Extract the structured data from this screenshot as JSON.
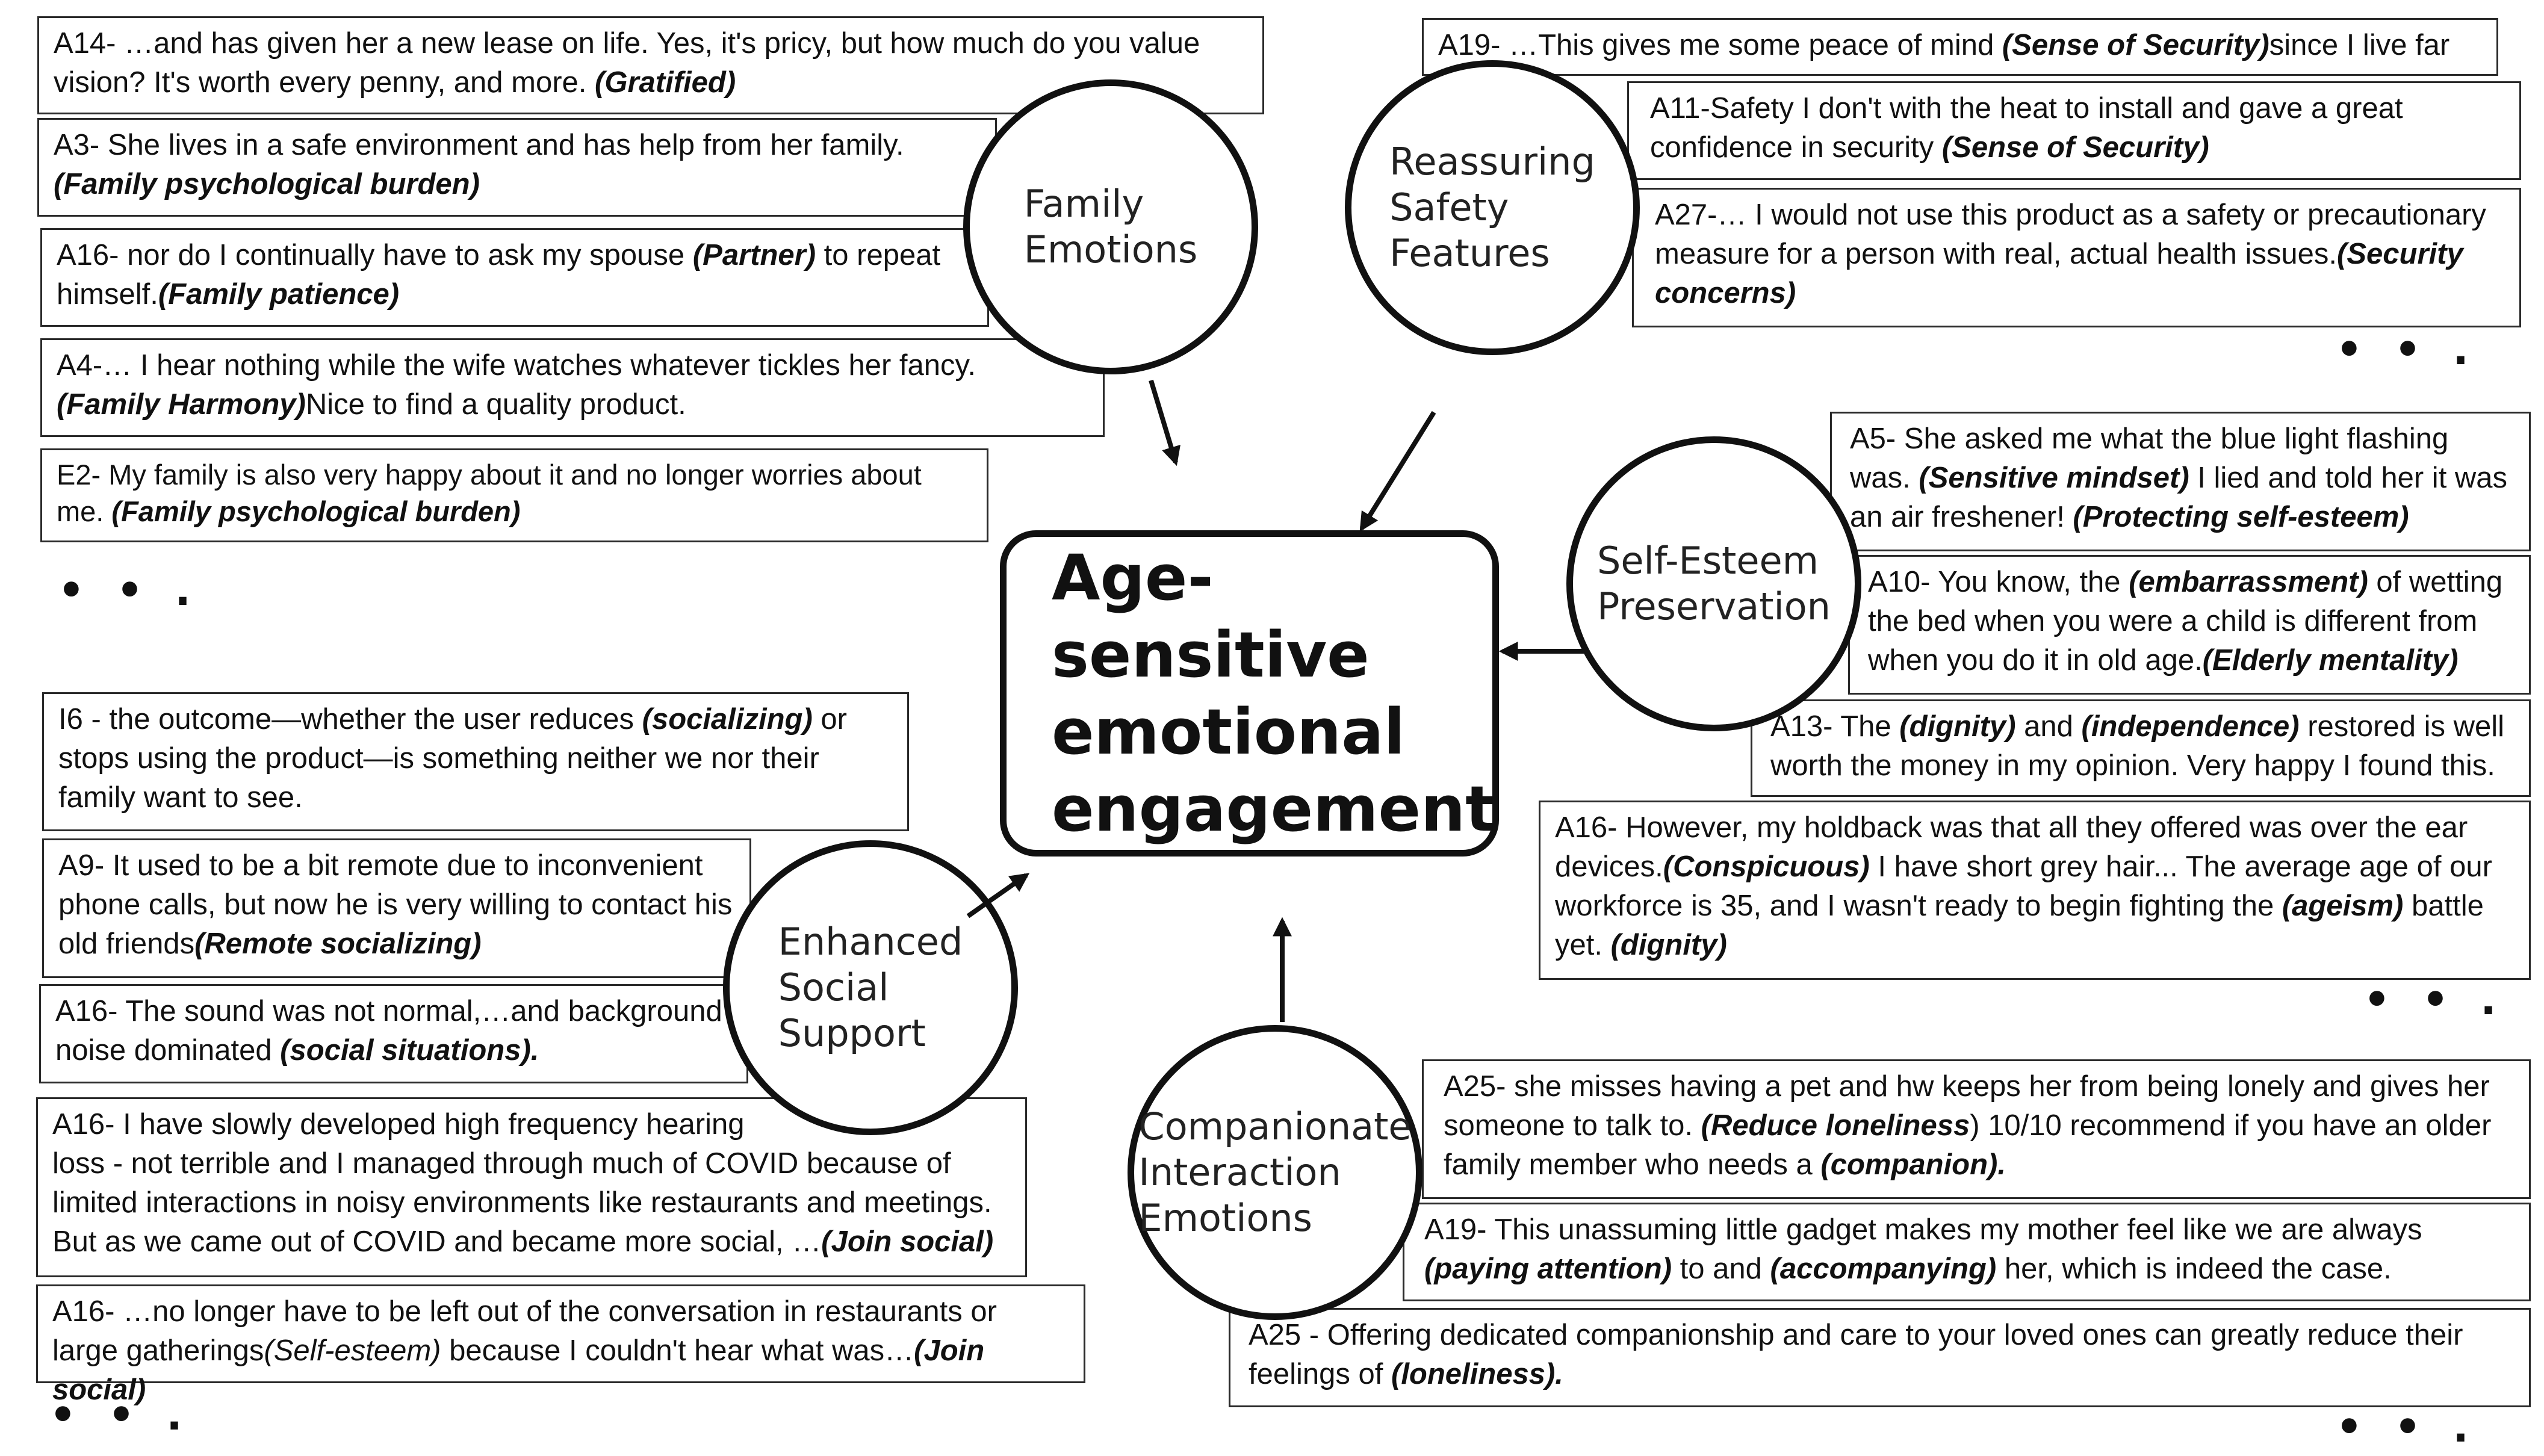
{
  "center": {
    "title": "Age-sensitive\nemotional\nengagement"
  },
  "themes": {
    "family": "Family\nEmotions",
    "safety": "Reassuring\nSafety\nFeatures",
    "selfesteem": "Self-Esteem\nPreservation",
    "social": "Enhanced\nSocial\nSupport",
    "companion": "Companionate\nInteraction\nEmotions"
  },
  "ellipsis": "• • .",
  "quotes": {
    "family": [
      {
        "pre": "A14- …and has given her a new lease on life. Yes, it's pricy, but how much do you value vision? It's worth every penny, and more. ",
        "code": "(Gratified)",
        "post": ""
      },
      {
        "pre": "A3- She lives in a safe environment and has help from her family.\n",
        "code": "(Family psychological burden)",
        "post": ""
      },
      {
        "pre": "A16- nor do I continually have to ask my spouse ",
        "code": "(Partner)",
        "post": " to repeat himself.",
        "code2": "(Family patience)",
        "post2": ""
      },
      {
        "pre": "A4-… I hear nothing while the wife watches whatever tickles her fancy.\n",
        "code": "(Family Harmony)",
        "post": "Nice to find a quality product."
      },
      {
        "pre": "E2- My family is also very happy about it and no longer worries about me. ",
        "code": "(Family psychological burden)",
        "post": ""
      }
    ],
    "safety": [
      {
        "pre": "A19- …This gives me some peace of mind ",
        "code": "(Sense of Security)",
        "post": "since I live far"
      },
      {
        "pre": "A11-Safety I don't with the heat to install and gave a great confidence in security ",
        "code": "(Sense of Security)",
        "post": ""
      },
      {
        "pre": "A27-… I would not use this product as a safety or precautionary measure for a person with real, actual health issues.",
        "code": "(Security concerns)",
        "post": ""
      }
    ],
    "selfesteem": [
      {
        "pre": "A5- She asked me what the blue light flashing was. ",
        "code": "(Sensitive mindset)",
        "post": " I lied and told her it was an air freshener! ",
        "code2": "(Protecting self-esteem)",
        "post2": ""
      },
      {
        "pre": "A10- You know, the ",
        "code": "(embarrassment)",
        "post": " of wetting the bed when you were a child is different from when you do it in old age.",
        "code2": "(Elderly mentality)",
        "post2": ""
      },
      {
        "pre": "A13- The ",
        "code": "(dignity)",
        "post": " and ",
        "code2": "(independence)",
        "post2": " restored is well worth the money in my opinion. Very happy I found this."
      },
      {
        "pre": "A16- However, my holdback was that all they offered was over the ear devices.",
        "code": "(Conspicuous)",
        "post": " I have short grey hair... The average age of our workforce is 35, and I wasn't ready to begin fighting the ",
        "code2": "(ageism)",
        "post2": " battle yet. ",
        "code3": "(dignity)"
      }
    ],
    "social": [
      {
        "pre": "I6 - the outcome—whether the user reduces ",
        "code": "(socializing)",
        "post": " or stops using the product—is something neither we nor their family want to see."
      },
      {
        "pre": "A9- It used to be a bit remote due to inconvenient phone calls, but now he is very willing to contact his old friends",
        "code": "(Remote socializing)",
        "post": ""
      },
      {
        "pre": "A16- The sound was not normal,…and background noise dominated ",
        "code": "(social situations).",
        "post": ""
      },
      {
        "pre": "A16- I have slowly developed high frequency hearing\n loss - not terrible and I managed through much of COVID because of limited interactions in noisy environments like restaurants and meetings. But as we came out of COVID and became more social, …",
        "code": "(Join social)",
        "post": ""
      },
      {
        "pre": "A16-  …no longer have to be left out of the conversation in restaurants or large gatherings",
        "code": "(Self-esteem)",
        "post": " because I couldn't hear what was…",
        "code2": "(Join social)",
        "post2": ""
      }
    ],
    "companion": [
      {
        "pre": "A25- she misses having a pet and hw keeps her from being lonely and gives her someone to talk to. ",
        "code": "(Reduce loneliness",
        "post": ") 10/10 recommend if you have an older family member who needs a ",
        "code2": "(companion).",
        "post2": ""
      },
      {
        "pre": "A19- This unassuming little gadget makes my mother feel like we are always\n",
        "code": "(paying attention)",
        "post": " to and ",
        "code2": "(accompanying)",
        "post2": " her, which is indeed the case."
      },
      {
        "pre": "A25 - Offering dedicated companionship and care to your loved ones can greatly reduce their feelings of ",
        "code": "(loneliness).",
        "post": ""
      }
    ]
  }
}
